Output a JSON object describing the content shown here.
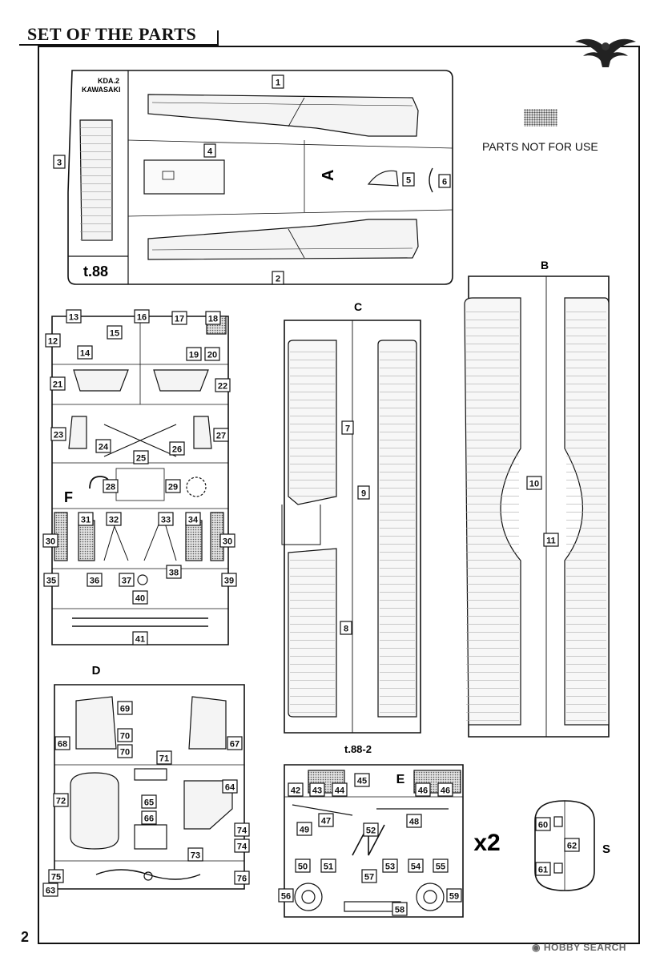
{
  "page": {
    "title": "SET OF THE PARTS",
    "page_number": "2",
    "legend_text": "PARTS NOT FOR USE",
    "watermark": "HOBBY SEARCH"
  },
  "sprue_a": {
    "letter": "A",
    "brand_line1": "KDA.2",
    "brand_line2": "KAWASAKI",
    "code": "t.88",
    "parts": [
      "1",
      "2",
      "3",
      "4",
      "5",
      "6"
    ]
  },
  "sprue_b": {
    "letter": "B",
    "parts": [
      "10",
      "11"
    ]
  },
  "sprue_c": {
    "letter": "C",
    "code": "t.88-2",
    "parts": [
      "7",
      "8",
      "9"
    ]
  },
  "sprue_f": {
    "letter": "F",
    "parts": [
      "12",
      "13",
      "14",
      "15",
      "16",
      "17",
      "18",
      "19",
      "20",
      "21",
      "22",
      "23",
      "24",
      "25",
      "26",
      "27",
      "28",
      "29",
      "30",
      "31",
      "32",
      "33",
      "34",
      "35",
      "36",
      "37",
      "38",
      "39",
      "40",
      "41"
    ]
  },
  "sprue_d": {
    "letter": "D",
    "parts": [
      "63",
      "64",
      "65",
      "66",
      "67",
      "68",
      "69",
      "70",
      "71",
      "72",
      "73",
      "74",
      "75",
      "76"
    ]
  },
  "sprue_e": {
    "letter": "E",
    "multiplier": "x2",
    "parts": [
      "42",
      "43",
      "44",
      "45",
      "46",
      "47",
      "48",
      "49",
      "50",
      "51",
      "52",
      "53",
      "54",
      "55",
      "56",
      "57",
      "58",
      "59"
    ]
  },
  "sprue_s": {
    "letter": "S",
    "parts": [
      "60",
      "61",
      "62"
    ]
  },
  "icons": [
    "eagle-logo-icon",
    "hobby-search-logo-icon"
  ],
  "colors": {
    "ink": "#111111",
    "paper": "#ffffff",
    "not_for_use_shade": "#bdbdbd"
  }
}
